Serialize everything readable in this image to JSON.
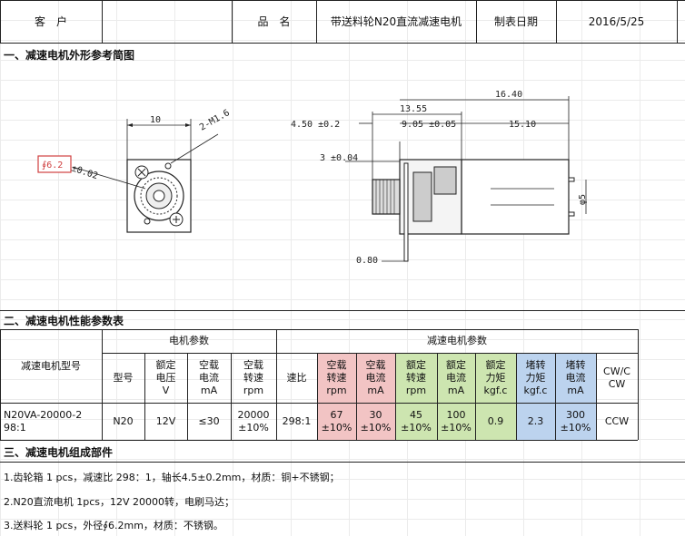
{
  "header": {
    "customer_label": "客　户",
    "product_label": "品　名",
    "product_name": "带送料轮N20直流减速电机",
    "date_label": "制表日期",
    "date_value": "2016/5/25"
  },
  "section1": {
    "title": "一、减速电机外形参考简图",
    "dims": {
      "w10": "10",
      "m16": "2-M1.6",
      "phi62": "∮6.2",
      "tol002": "±0.02",
      "d450": "4.50 ±0.2",
      "d1355": "13.55",
      "d1640": "16.40",
      "d905": "9.05 ±0.05",
      "d1510": "15.10",
      "d3": "3 ±0.04",
      "d080": "0.80",
      "phi5": "φ5"
    }
  },
  "section2": {
    "title": "二、减速电机性能参数表",
    "model_header": "减速电机型号",
    "motor_params": "电机参数",
    "gear_params": "减速电机参数",
    "col_model": "型号",
    "col_voltage": "额定电压",
    "col_voltage_unit": "V",
    "col_noload_current": "空载电流",
    "col_noload_current_unit": "mA",
    "col_noload_speed": "空载转速",
    "col_noload_speed_unit": "rpm",
    "col_ratio": "速比",
    "col_g_noload_speed": "空载转速",
    "col_g_noload_speed_unit": "rpm",
    "col_g_noload_current": "空载电流",
    "col_g_noload_current_unit": "mA",
    "col_rated_speed": "额定转速",
    "col_rated_speed_unit": "rpm",
    "col_rated_current": "额定电流",
    "col_rated_current_unit": "mA",
    "col_rated_torque": "额定力矩",
    "col_rated_torque_unit": "kgf.c",
    "col_stall_torque": "堵转力矩",
    "col_stall_torque_unit": "kgf.c",
    "col_stall_current": "堵转电流",
    "col_stall_current_unit": "mA",
    "col_dir": "CW/CCW",
    "row": {
      "model_no": "N20VA-20000-298:1",
      "model": "N20",
      "voltage": "12V",
      "noload_current": "≤30",
      "noload_speed": "20000 ±10%",
      "ratio": "298:1",
      "g_noload_speed": "67 ±10%",
      "g_noload_current": "30 ±10%",
      "rated_speed": "45 ±10%",
      "rated_current": "100 ±10%",
      "rated_torque": "0.9",
      "stall_torque": "2.3",
      "stall_current": "300 ±10%",
      "dir": "CCW"
    }
  },
  "section3": {
    "title": "三、减速电机组成部件",
    "items": [
      "1.齿轮箱 1 pcs，减速比 298：1，轴长4.5±0.2mm，材质：铜+不锈钢；",
      "2.N20直流电机 1pcs，12V 20000转，电刷马达；",
      "3.送料轮 1 pcs，外径∮6.2mm，材质：不锈钢。"
    ]
  },
  "colors": {
    "pink": "#f2c4c4",
    "green": "#cde5b0",
    "blue": "#bcd3ee",
    "annot_red": "#d04040"
  }
}
